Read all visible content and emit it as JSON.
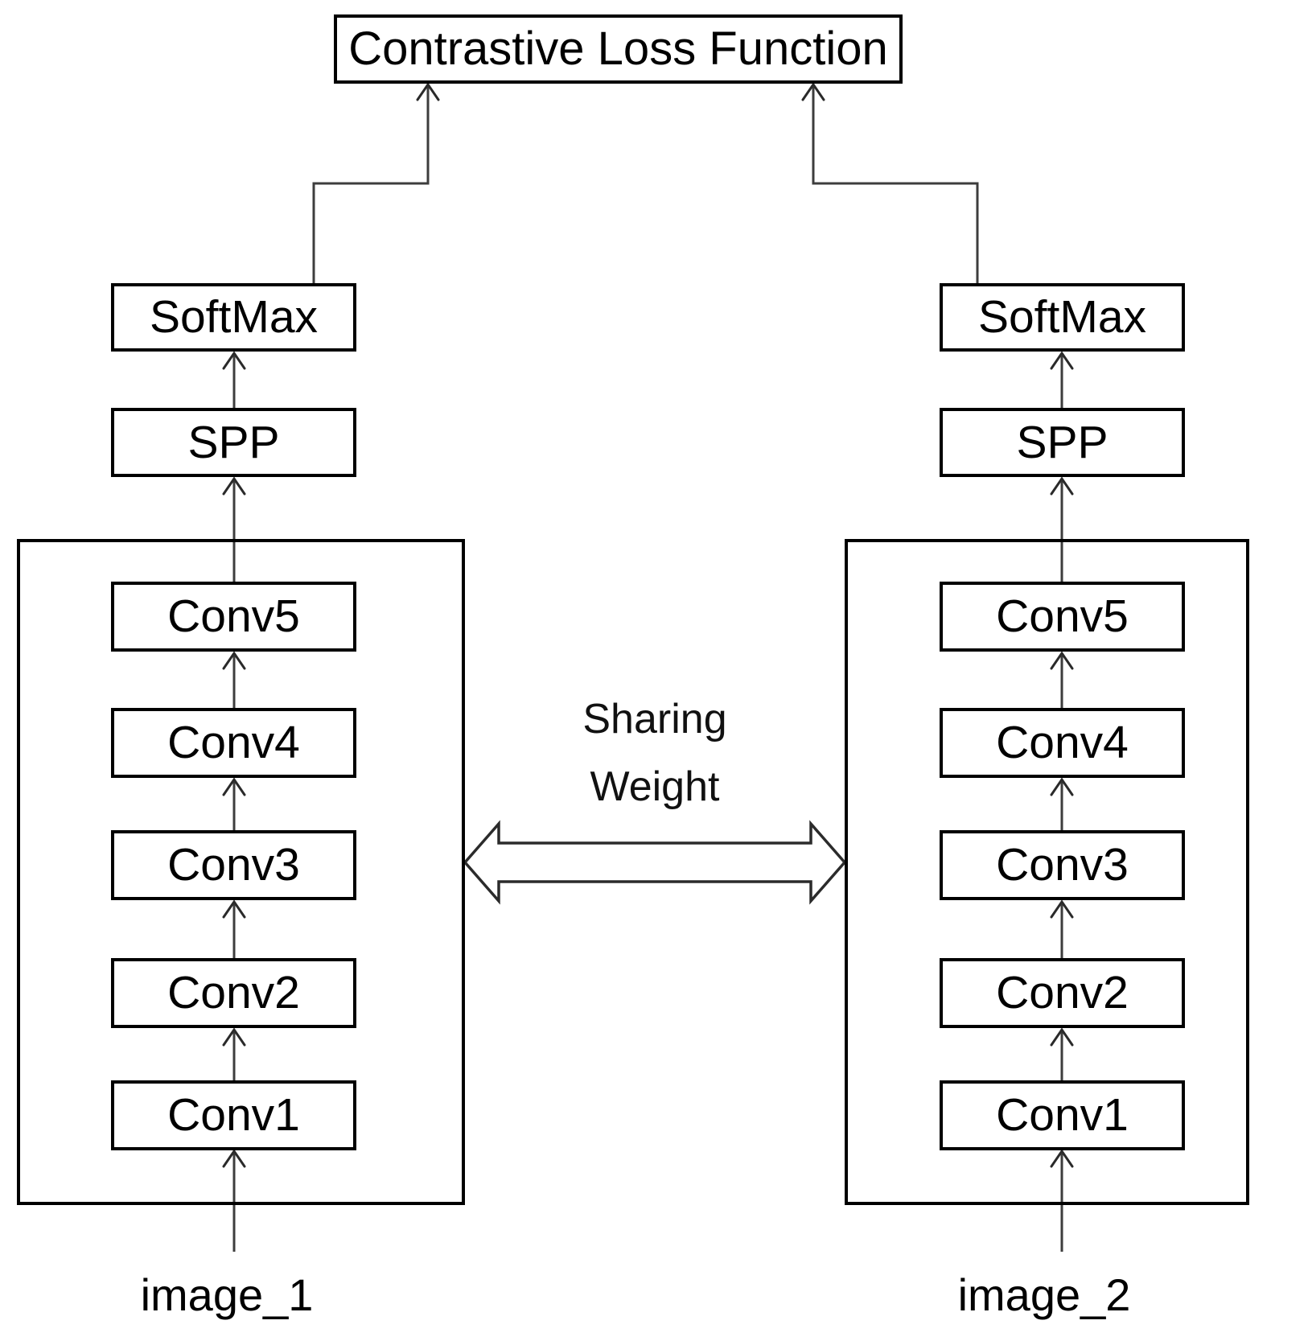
{
  "title": "Contrastive Loss Function",
  "sharing_label": {
    "line1": "Sharing",
    "line2": "Weight"
  },
  "branches": [
    {
      "id": "left",
      "softmax_label": "SoftMax",
      "spp_label": "SPP",
      "conv_layers": [
        "Conv5",
        "Conv4",
        "Conv3",
        "Conv2",
        "Conv1"
      ],
      "input_label": "image_1"
    },
    {
      "id": "right",
      "softmax_label": "SoftMax",
      "spp_label": "SPP",
      "conv_layers": [
        "Conv5",
        "Conv4",
        "Conv3",
        "Conv2",
        "Conv1"
      ],
      "input_label": "image_2"
    }
  ],
  "colors": {
    "box_border": "#000000",
    "line": "#3d3d3d",
    "background": "#ffffff",
    "text": "#000000"
  }
}
